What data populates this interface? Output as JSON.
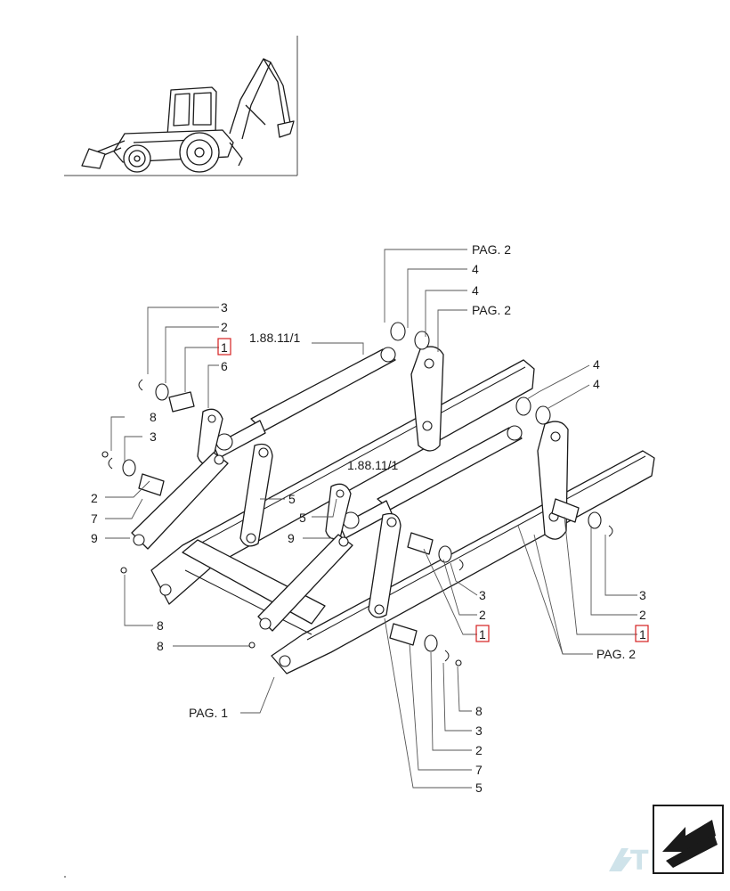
{
  "callouts": {
    "pag2_top": "PAG. 2",
    "n4_a": "4",
    "n4_b": "4",
    "pag2_mid": "PAG. 2",
    "n3_tl": "3",
    "n2_tl": "2",
    "n1_tl": "1",
    "n6": "6",
    "ref_cyl_a": "1.88.11/1",
    "n4_c": "4",
    "n4_d": "4",
    "n8_l": "8",
    "n3_l": "3",
    "n2_l": "2",
    "n7_l": "7",
    "n9_l": "9",
    "n5_l": "5",
    "ref_cyl_b": "1.88.11/1",
    "n5_m": "5",
    "n9_m": "9",
    "n8_lb": "8",
    "n8_b": "8",
    "n3_rc": "3",
    "n2_rc": "2",
    "n1_rc": "1",
    "n3_rr": "3",
    "n2_rr": "2",
    "n1_rr": "1",
    "pag2_bot": "PAG. 2",
    "pag1": "PAG. 1",
    "n8_bc": "8",
    "n3_bc": "3",
    "n2_bc": "2",
    "n7_bc": "7",
    "n5_bc": "5"
  },
  "watermark": "TDC",
  "colors": {
    "highlight_box": "#d42020",
    "line_art": "#1a1a1a",
    "watermark": "#cfe3ea"
  },
  "icons": {
    "overview": "backhoe-loader-icon",
    "navigation": "next-page-arrow-icon"
  }
}
